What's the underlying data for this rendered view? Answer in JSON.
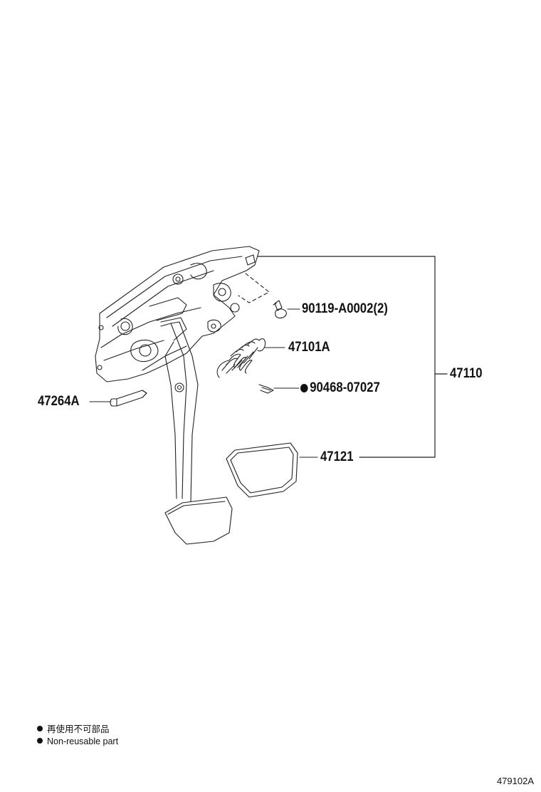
{
  "callouts": {
    "bolt": "90119-A0002(2)",
    "spring": "47101A",
    "assembly": "47110",
    "clip": "90468-07027",
    "pin": "47264A",
    "pad": "47121"
  },
  "legend": {
    "non_reusable_jp": "再使用不可部品",
    "non_reusable_en": "Non-reusable part"
  },
  "diagram_id": "479102A"
}
